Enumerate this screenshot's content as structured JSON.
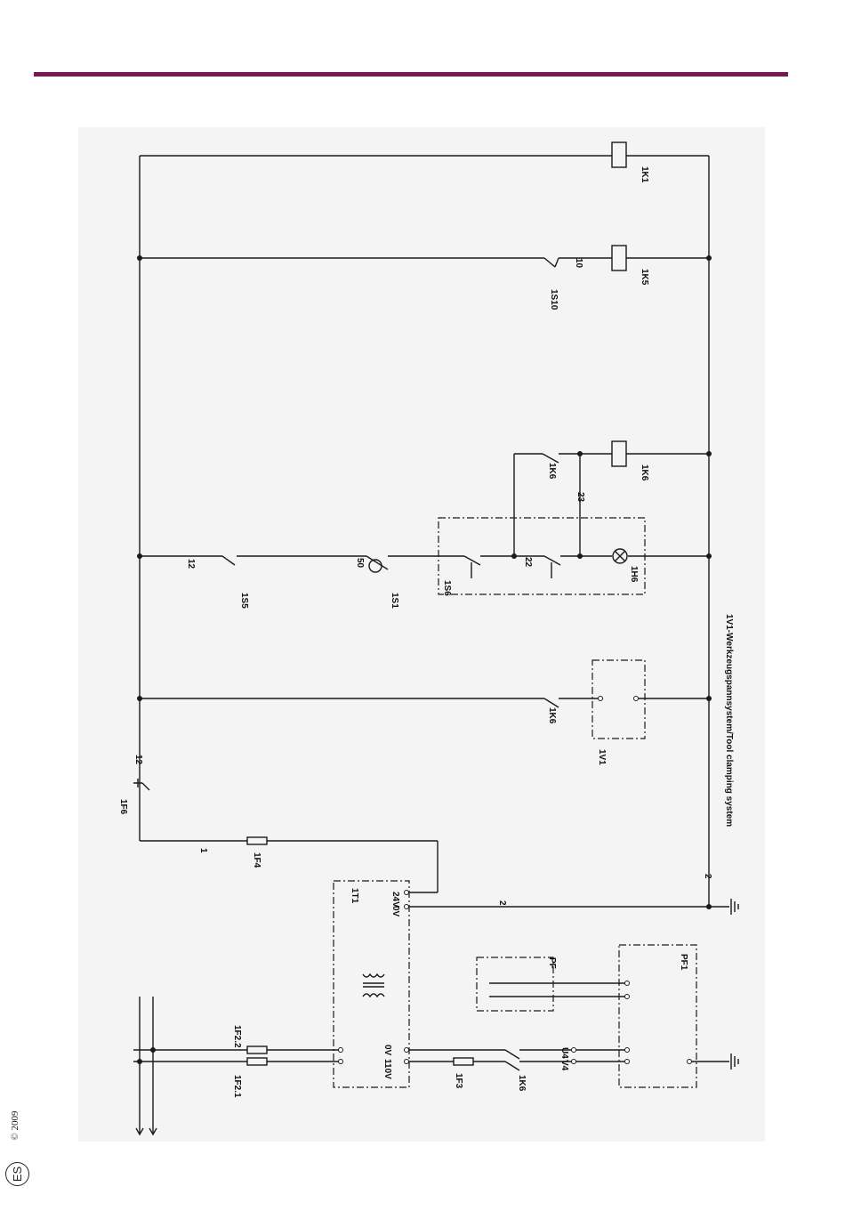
{
  "colors": {
    "accent_bar": "#7a1454",
    "line": "#1a1a1a",
    "panel": "#f4f4f4"
  },
  "footer": {
    "copyright": "© 2009",
    "badge": "ES"
  },
  "diagram": {
    "title": "1V1-Werkzeugspannsystem/Tool clamping system",
    "labels": {
      "k1": "1K1",
      "k5": "1K5",
      "s10": "1S10",
      "n10": "10",
      "k6_coil": "1K6",
      "k6_contact": "1K6",
      "n23": "23",
      "n12_b": "12",
      "s5": "1S5",
      "n50": "50",
      "s1": "1S1",
      "s6": "1S6",
      "n22": "22",
      "h6": "1H6",
      "k6_v1": "1K6",
      "v1": "1V1",
      "f6": "1F6",
      "n12_a": "12",
      "n1": "1",
      "f4": "1F4",
      "t1": "1T1",
      "v24": "24V",
      "v0_sec": "0V",
      "n2_a": "2",
      "n2_b": "2",
      "pf": "PF",
      "pf1": "PF1",
      "f22": "1F2.2",
      "f21": "1F2.1",
      "v0_pri": "0V",
      "v110": "110V",
      "f3": "1F3",
      "k6_main": "1K6",
      "u4": "U4",
      "v4": "V4"
    }
  }
}
